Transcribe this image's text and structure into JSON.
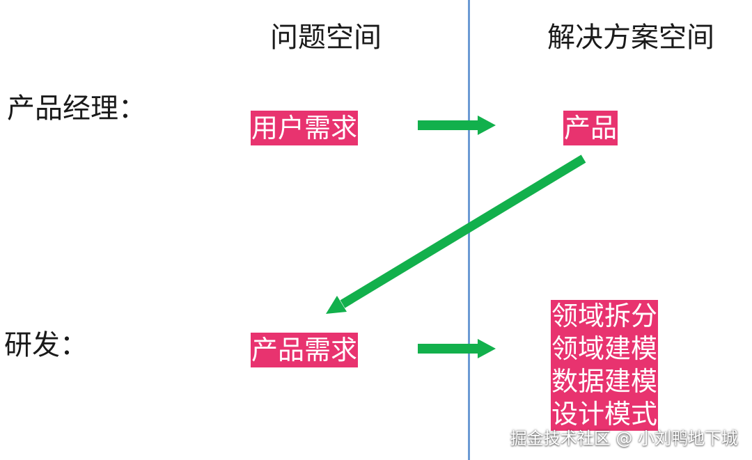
{
  "headers": {
    "problem_space": "问题空间",
    "solution_space": "解决方案空间"
  },
  "rows": {
    "product_manager": "产品经理：",
    "developer": "研发："
  },
  "nodes": {
    "user_requirements": "用户需求",
    "product": "产品",
    "product_requirements": "产品需求",
    "solution_items": [
      "领域拆分",
      "领域建模",
      "数据建模",
      "设计模式"
    ]
  },
  "colors": {
    "tag_bg": "#e8336f",
    "arrow": "#12b04c",
    "divider": "#6b9ad3"
  },
  "watermark": "掘金技术社区 @ 小刘鸭地下城"
}
